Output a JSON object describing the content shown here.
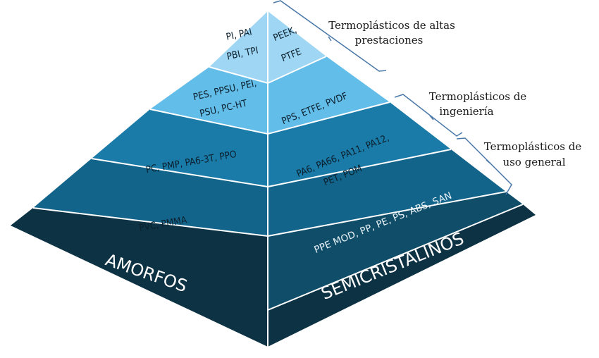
{
  "colors": {
    "tier1": "#9fd6f4",
    "tier2": "#63bde9",
    "tier3": "#1a7ba8",
    "tier4": "#13648a",
    "tier5": "#0f4d69",
    "base": "#0c3244",
    "bracket": "#4a78a8"
  },
  "categories": {
    "altas": "Termoplásticos de altas prestaciones",
    "altas_line1": "Termoplásticos de altas",
    "altas_line2": "prestaciones",
    "ingenieria_line1": "Termoplásticos de",
    "ingenieria_line2": "ingeniería",
    "uso_line1": "Termoplásticos de",
    "uso_line2": "uso general"
  },
  "amorfos": {
    "tier1_line1": "PI, PAI",
    "tier1_line2": "PBI, TPI",
    "tier2_line1": "PES, PPSU, PEI,",
    "tier2_line2": "PSU, PC-HT",
    "tier3": "PC, PMP, PA6-3T, PPO",
    "tier4": "PVC, PMMA",
    "base": "AMORFOS"
  },
  "semicristalinos": {
    "tier1_line1": "PEEK,",
    "tier1_line2": "PTFE",
    "tier2": "PPS, ETFE, PVDF",
    "tier3_line1": "PA6, PA66, PA11, PA12,",
    "tier3_line2": "PET, POM",
    "tier4": "PPE MOD, PP, PE, PS, ABS, SAN",
    "base": "SEMICRISTALINOS"
  }
}
